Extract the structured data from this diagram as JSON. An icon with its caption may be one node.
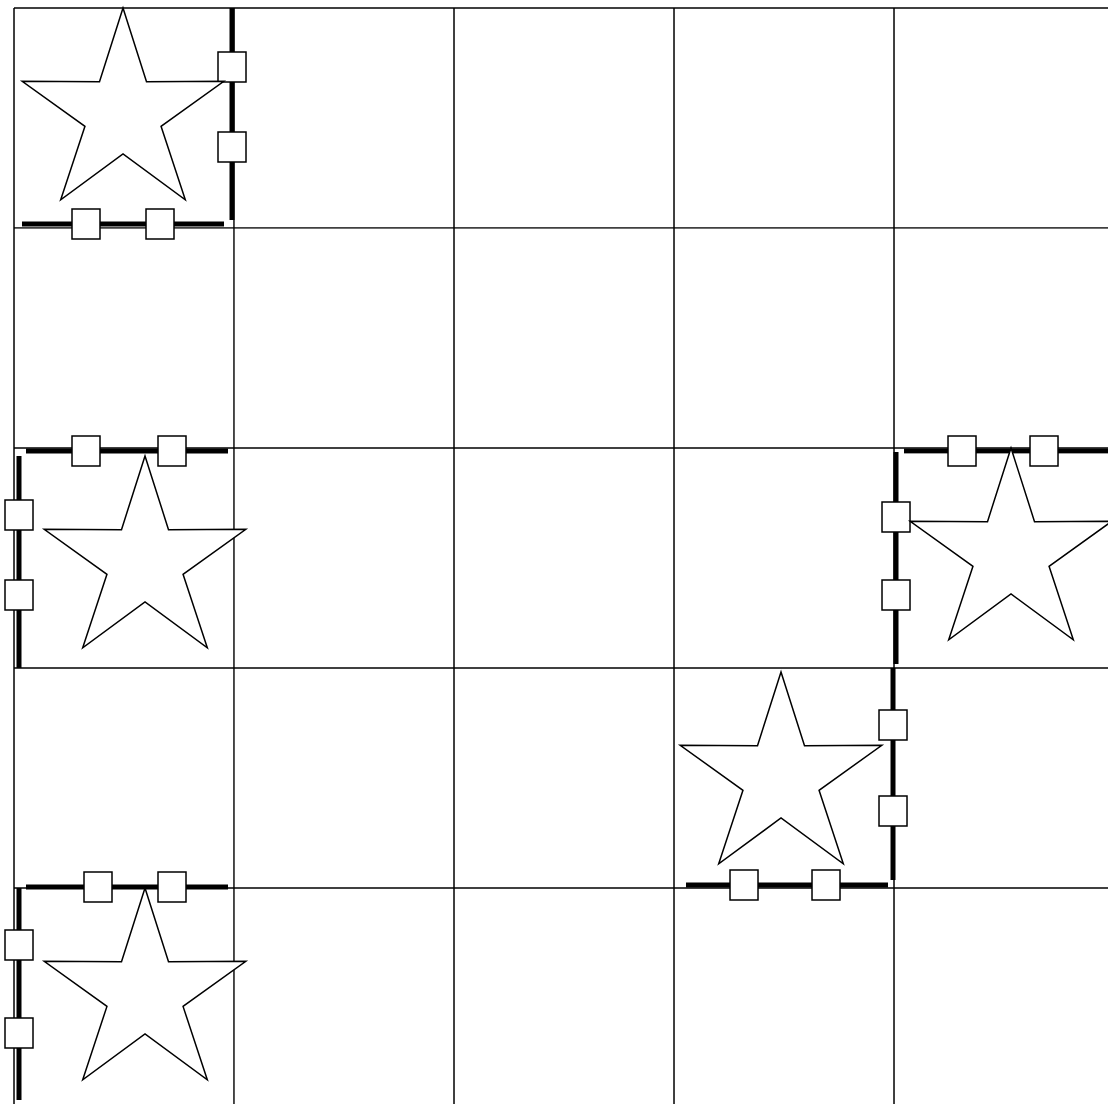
{
  "diagram": {
    "nodes": [
      {
        "text": [],
        "shape": "star"
      },
      {
        "text": [],
        "shape": "star"
      },
      {
        "text": [],
        "shape": "star"
      },
      {
        "text": [],
        "shape": "star"
      },
      {
        "text": [],
        "shape": "star"
      }
    ]
  }
}
